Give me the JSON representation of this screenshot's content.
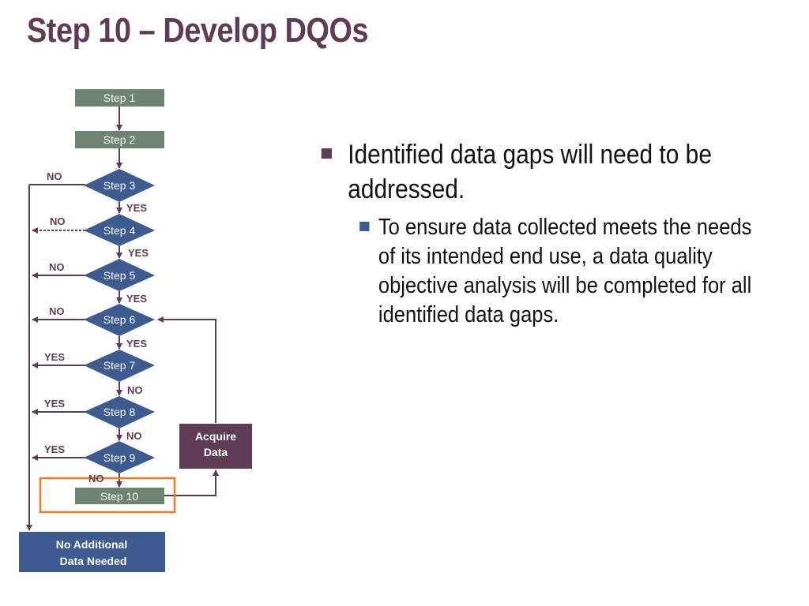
{
  "title": "Step 10 – Develop DQOs",
  "colors": {
    "title": "#5d3c54",
    "process_box": "#6c8471",
    "decision": "#3e5b8f",
    "acquire_box": "#5d3c54",
    "end_box": "#3e5b8f",
    "arrow": "#5d3c54",
    "highlight": "#f07d22"
  },
  "flowchart": {
    "step1": "Step 1",
    "step2": "Step 2",
    "step3": "Step 3",
    "step4": "Step 4",
    "step5": "Step 5",
    "step6": "Step 6",
    "step7": "Step 7",
    "step8": "Step 8",
    "step9": "Step 9",
    "step10": "Step 10",
    "acquire_l1": "Acquire",
    "acquire_l2": "Data",
    "end_l1": "No Additional",
    "end_l2": "Data Needed",
    "labels": {
      "s3_left": "NO",
      "s3_down": "YES",
      "s4_left": "NO",
      "s4_down": "YES",
      "s5_left": "NO",
      "s5_down": "YES",
      "s6_left": "NO",
      "s6_down": "YES",
      "s7_left": "YES",
      "s7_down": "NO",
      "s8_left": "YES",
      "s8_down": "NO",
      "s9_left": "YES",
      "s9_down": "NO"
    }
  },
  "bullets": {
    "main": "Identified data gaps will need to be addressed.",
    "sub": "To ensure data collected meets the needs of its intended end use, a data quality objective analysis will be completed for all identified data gaps."
  }
}
